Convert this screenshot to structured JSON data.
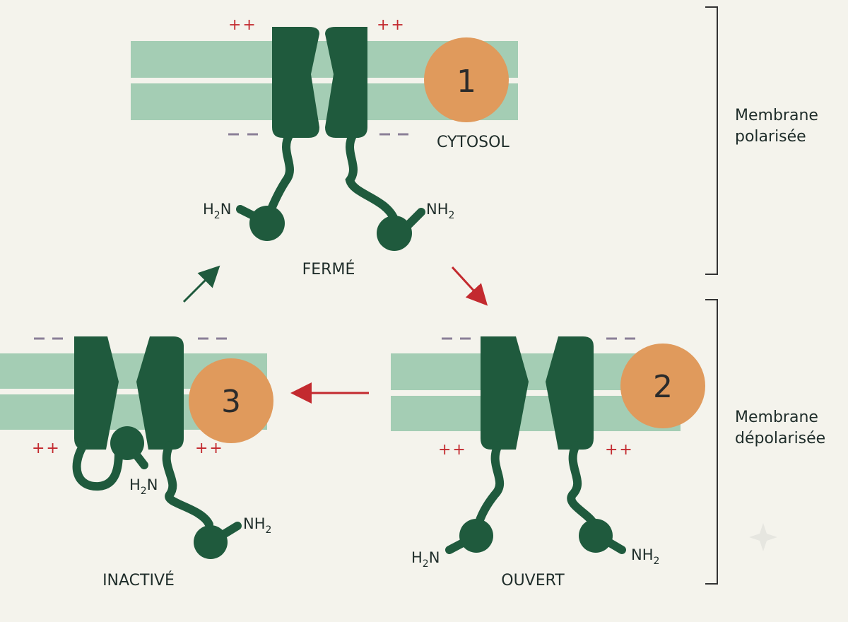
{
  "states": {
    "closed": {
      "label": "FERMÉ",
      "step": "1",
      "region": "CYTOSOL"
    },
    "open": {
      "label": "OUVERT",
      "step": "2"
    },
    "inactivated": {
      "label": "INACTIVÉ",
      "step": "3"
    }
  },
  "termini": {
    "n_left": "H",
    "n_right": "NH",
    "sub": "2",
    "n_suffix": "N"
  },
  "charges": {
    "plus": "++",
    "minus": "– –"
  },
  "brackets": {
    "polarized": [
      "Membrane",
      "polarisée"
    ],
    "depolarized": [
      "Membrane",
      "dépolarisée"
    ]
  },
  "colors": {
    "background": "#f4f3ec",
    "membrane": "#a4cdb4",
    "protein": "#1f5a3d",
    "step_circle": "#e09a5c",
    "plus_charge": "#c32a2f",
    "minus_charge": "#8a7f97",
    "arrow_red": "#c32a2f",
    "arrow_green": "#1f5a3d"
  }
}
